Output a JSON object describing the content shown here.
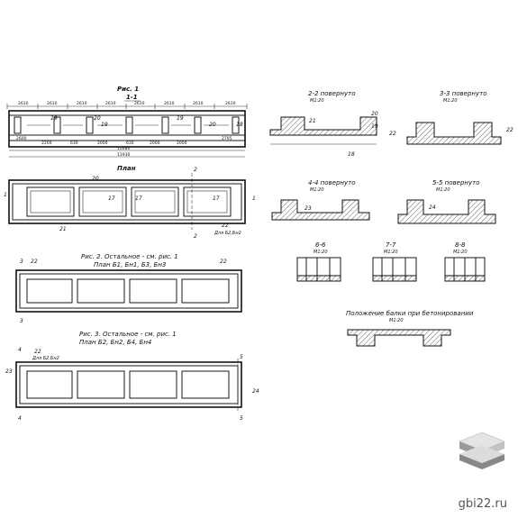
{
  "figure1": {
    "title": "Рис. 1",
    "section": "1-1",
    "dims_top": [
      "2610",
      "2610",
      "2610",
      "2610",
      "2610",
      "2610",
      "2610",
      "2610"
    ],
    "dims_mid": [
      "2600",
      "2200",
      "630",
      "2000",
      "630",
      "2000",
      "2000",
      "2795"
    ],
    "dims_total": [
      "10480",
      "11930"
    ],
    "callouts": [
      "19",
      "20",
      "19",
      "19",
      "20",
      "18"
    ]
  },
  "plan": {
    "title": "План",
    "section_marks": [
      "2",
      "2",
      "1",
      "1"
    ],
    "callouts": [
      "20",
      "17",
      "17",
      "17",
      "21",
      "22"
    ],
    "note": "Для Б2,Бн2"
  },
  "figure2": {
    "title": "Рис. 2. Остальное - см. рис. 1",
    "subtitle": "План Б1, Бн1, Б3, Бн3",
    "section_marks": [
      "3",
      "3"
    ],
    "callouts": [
      "22",
      "22"
    ]
  },
  "figure3": {
    "title": "Рис. 3. Остальное - см. рис. 1",
    "subtitle": "План Б2, Бн2, Б4, Бн4",
    "section_marks": [
      "4",
      "4",
      "5",
      "5"
    ],
    "callouts": [
      "22",
      "23",
      "24"
    ],
    "note": "Для Б2,Бн2"
  },
  "sections": [
    {
      "title": "2-2 повернуто",
      "scale": "М1:20",
      "callouts": [
        "21",
        "20",
        "19",
        "18"
      ]
    },
    {
      "title": "3-3 повернуто",
      "scale": "М1:20",
      "callouts": [
        "22",
        "22"
      ]
    },
    {
      "title": "4-4 повернуто",
      "scale": "М1:20",
      "callouts": [
        "23"
      ]
    },
    {
      "title": "5-5 повернуто",
      "scale": "М1:20",
      "callouts": [
        "24"
      ]
    },
    {
      "title": "6-6",
      "scale": "М1:20"
    },
    {
      "title": "7-7",
      "scale": "М1:20"
    },
    {
      "title": "8-8",
      "scale": "М1:20"
    }
  ],
  "concreting": {
    "title": "Положение балки при бетонировании",
    "scale": "М1:20"
  },
  "watermark": "gbi22.ru"
}
